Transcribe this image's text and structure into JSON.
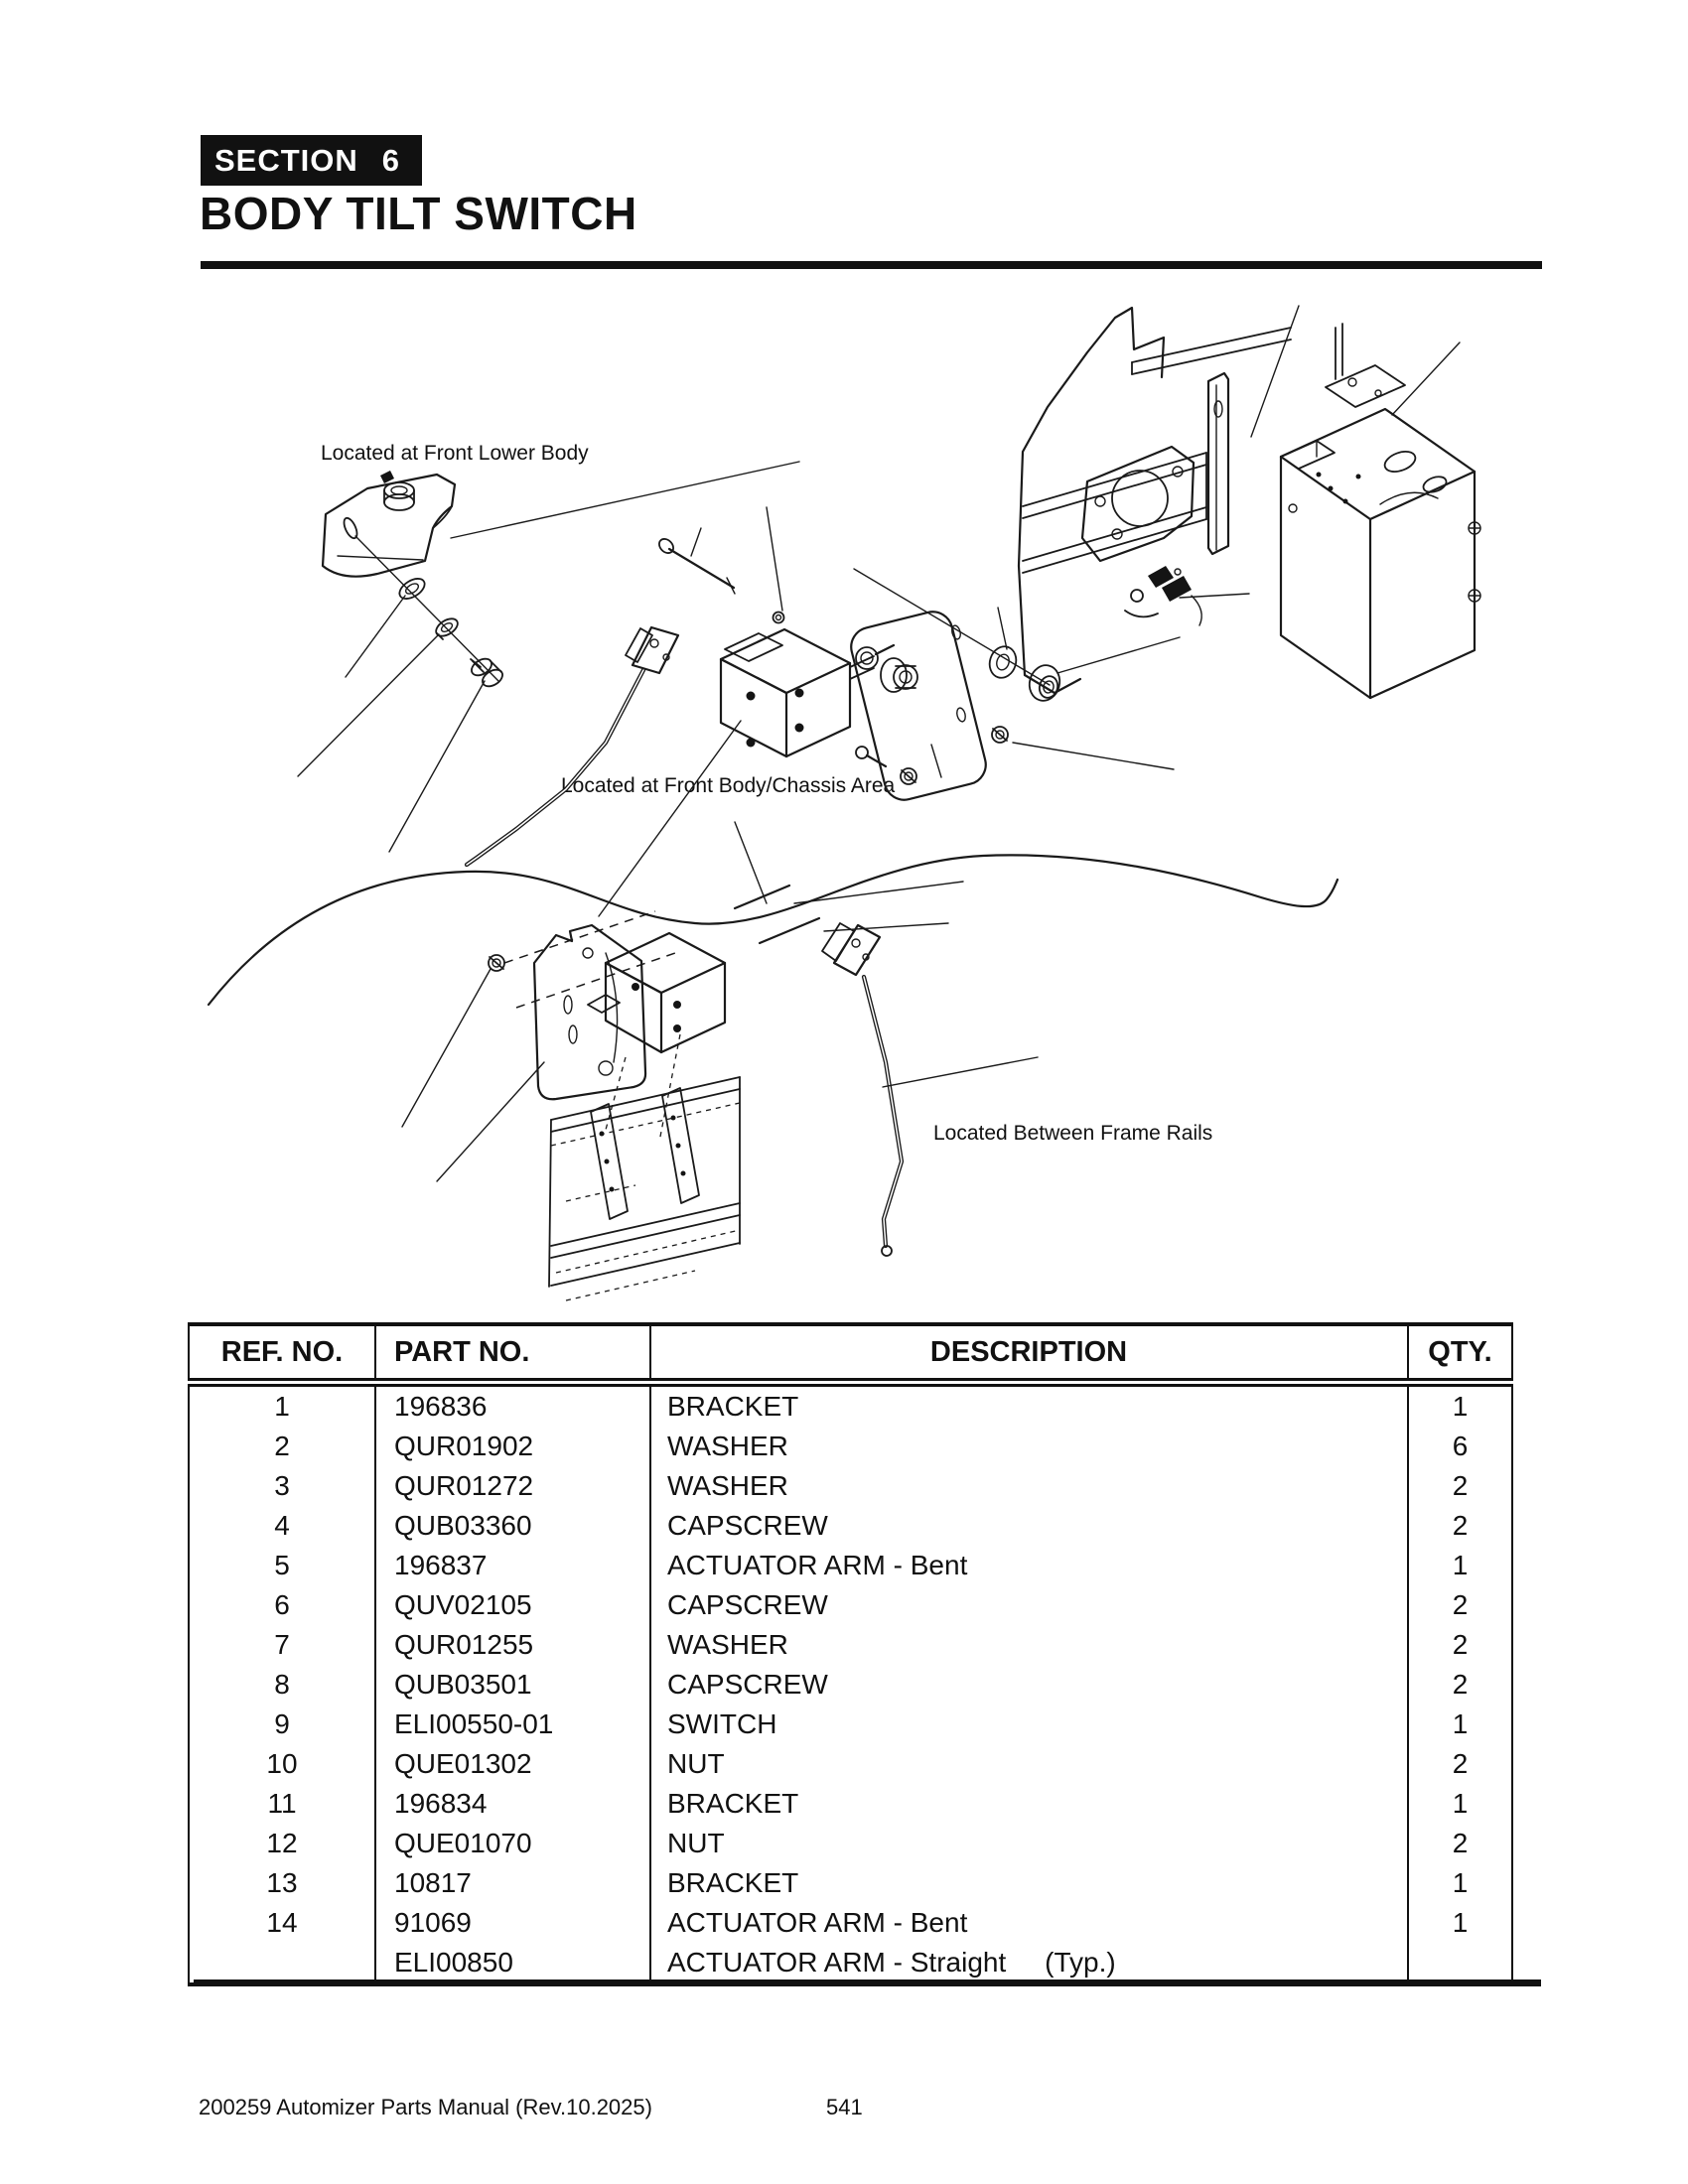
{
  "header": {
    "section_label": "SECTION",
    "section_number": "6",
    "title": "BODY TILT SWITCH"
  },
  "diagram": {
    "labels": [
      {
        "text": "Located at Front Lower Body"
      },
      {
        "text": "Located at Front Body/Chassis Area"
      },
      {
        "text": "Located Between Frame Rails"
      }
    ]
  },
  "parts_table": {
    "headers": [
      "REF. NO.",
      "PART NO.",
      "DESCRIPTION",
      "QTY."
    ],
    "rows": [
      {
        "ref": "1",
        "part": "196836",
        "desc": "BRACKET",
        "qty": "1"
      },
      {
        "ref": "2",
        "part": "QUR01902",
        "desc": "WASHER",
        "qty": "6"
      },
      {
        "ref": "3",
        "part": "QUR01272",
        "desc": "WASHER",
        "qty": "2"
      },
      {
        "ref": "4",
        "part": "QUB03360",
        "desc": "CAPSCREW",
        "qty": "2"
      },
      {
        "ref": "5",
        "part": "196837",
        "desc": "ACTUATOR ARM - Bent",
        "qty": "1"
      },
      {
        "ref": "6",
        "part": "QUV02105",
        "desc": "CAPSCREW",
        "qty": "2"
      },
      {
        "ref": "7",
        "part": "QUR01255",
        "desc": "WASHER",
        "qty": "2"
      },
      {
        "ref": "8",
        "part": "QUB03501",
        "desc": "CAPSCREW",
        "qty": "2"
      },
      {
        "ref": "9",
        "part": "ELI00550-01",
        "desc": "SWITCH",
        "qty": "1"
      },
      {
        "ref": "10",
        "part": "QUE01302",
        "desc": "NUT",
        "qty": "2"
      },
      {
        "ref": "11",
        "part": "196834",
        "desc": "BRACKET",
        "qty": "1"
      },
      {
        "ref": "12",
        "part": "QUE01070",
        "desc": "NUT",
        "qty": "2"
      },
      {
        "ref": "13",
        "part": "10817",
        "desc": "BRACKET",
        "qty": "1"
      },
      {
        "ref": "14",
        "part": "91069",
        "desc": "ACTUATOR ARM - Bent",
        "qty": "1"
      },
      {
        "ref": "",
        "part": "ELI00850",
        "desc": "ACTUATOR ARM - Straight     (Typ.)",
        "qty": ""
      }
    ]
  },
  "footer": {
    "manual_info": "200259 Automizer Parts Manual (Rev.10.2025)",
    "page_number": "541"
  },
  "colors": {
    "ink": "#111111",
    "paper": "#ffffff",
    "badge_bg": "#111111",
    "badge_text": "#ffffff"
  }
}
